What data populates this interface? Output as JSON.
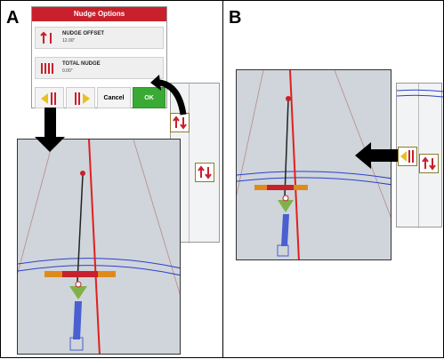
{
  "panels": {
    "a_label": "A",
    "b_label": "B"
  },
  "dialog": {
    "title": "Nudge Options",
    "nudge_offset_label": "NUDGE OFFSET",
    "nudge_offset_value": "12.00\"",
    "total_nudge_label": "TOTAL NUDGE",
    "total_nudge_value": "0.00\"",
    "cancel_label": "Cancel",
    "ok_label": "OK"
  },
  "icons": {
    "nudge": "nudge-icon",
    "nudge_left": "nudge-left-icon",
    "nudge_right": "nudge-right-icon",
    "arrow": "arrow-icon"
  },
  "colors": {
    "title_bar": "#c8202c",
    "ok_button": "#3aaa35",
    "guidance_line": "#e02020",
    "implement": "#e08a1c",
    "vehicle": "#7fb24a",
    "path": "#4a5fd0",
    "boundary": "#2a3fd0"
  }
}
